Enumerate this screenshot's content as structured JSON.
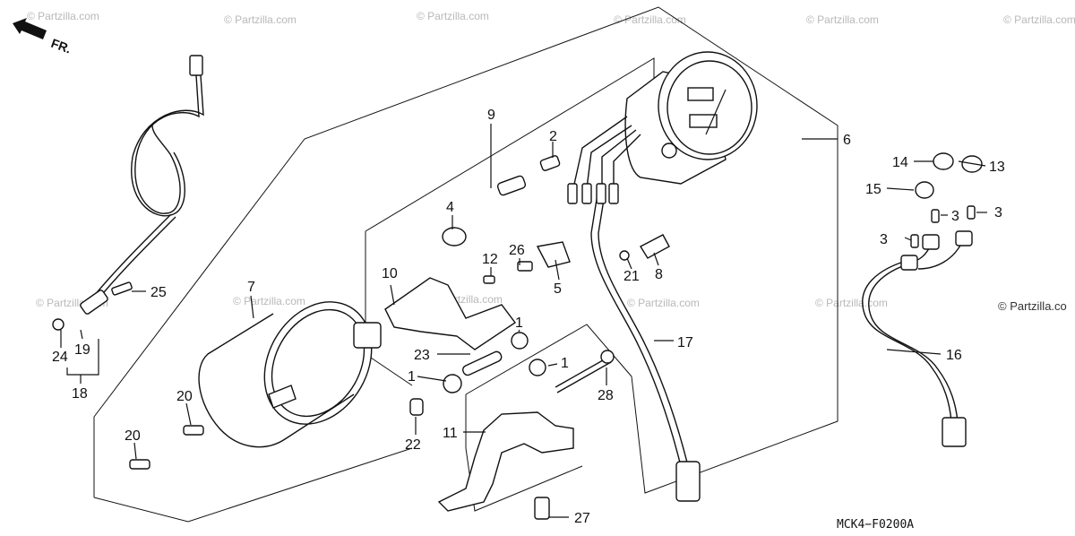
{
  "watermark": "© Partzilla.com",
  "watermark_side": "© Partzilla.co",
  "direction_label": "FR.",
  "diagram_code": "MCK4−F0200A",
  "callouts": {
    "c1a": "1",
    "c1b": "1",
    "c1c": "1",
    "c2": "2",
    "c3a": "3",
    "c3b": "3",
    "c3c": "3",
    "c4": "4",
    "c5": "5",
    "c6": "6",
    "c7": "7",
    "c8": "8",
    "c9": "9",
    "c10": "10",
    "c11": "11",
    "c12": "12",
    "c13": "13",
    "c14": "14",
    "c15": "15",
    "c16": "16",
    "c17": "17",
    "c18": "18",
    "c19": "19",
    "c20a": "20",
    "c20b": "20",
    "c21": "21",
    "c22": "22",
    "c23": "23",
    "c24": "24",
    "c25": "25",
    "c26": "26",
    "c27": "27",
    "c28": "28"
  }
}
